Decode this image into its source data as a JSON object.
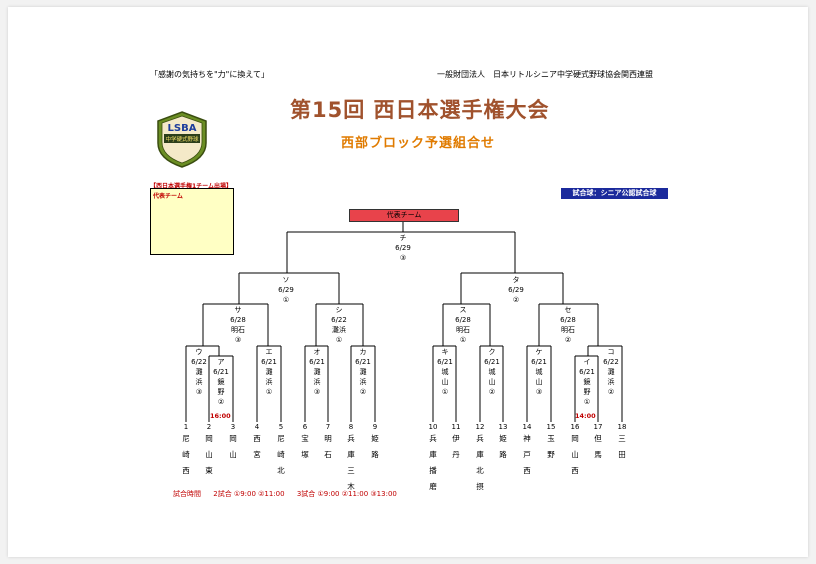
{
  "header": {
    "motto": "「感謝の気持ちを\"力\"に換えて」",
    "organization": "一般財団法人　日本リトルシニア中学硬式野球協会関西連盟"
  },
  "title": "第15回 西日本選手権大会",
  "subtitle": "西部ブロック予選組合せ",
  "logo": {
    "top": "LSBA",
    "bottom": "中学硬式野球"
  },
  "representative": {
    "note": "【西日本選手権1チーム出場】",
    "box_label": "代表チーム"
  },
  "ball": "試合球：シニア公認試合球",
  "final_box": "代表チーム",
  "matches": {
    "final": [
      "チ",
      "6/29",
      "③"
    ],
    "semi_left": [
      "ソ",
      "6/29",
      "①"
    ],
    "semi_right": [
      "タ",
      "6/29",
      "②"
    ],
    "sa": [
      "サ",
      "6/28",
      "明石",
      "③"
    ],
    "shi": [
      "シ",
      "6/22",
      "灘浜",
      "①"
    ],
    "su": [
      "ス",
      "6/28",
      "明石",
      "①"
    ],
    "se": [
      "セ",
      "6/28",
      "明石",
      "②"
    ],
    "u": [
      "ウ",
      "6/22",
      "灘",
      "浜",
      "③"
    ],
    "a": [
      "ア",
      "6/21",
      "鏡",
      "野",
      "②"
    ],
    "e": [
      "エ",
      "6/21",
      "灘",
      "浜",
      "①"
    ],
    "o": [
      "オ",
      "6/21",
      "灘",
      "浜",
      "③"
    ],
    "ka": [
      "カ",
      "6/21",
      "灘",
      "浜",
      "②"
    ],
    "ki": [
      "キ",
      "6/21",
      "城",
      "山",
      "①"
    ],
    "ku": [
      "ク",
      "6/21",
      "城",
      "山",
      "②"
    ],
    "ke": [
      "ケ",
      "6/21",
      "城",
      "山",
      "③"
    ],
    "i": [
      "イ",
      "6/21",
      "鏡",
      "野",
      "①"
    ],
    "ko": [
      "コ",
      "6/22",
      "灘",
      "浜",
      "②"
    ]
  },
  "red_times": {
    "a": "16:00",
    "i": "14:00"
  },
  "teams": [
    {
      "num": "1",
      "name": "尼崎西"
    },
    {
      "num": "2",
      "name": "岡山東"
    },
    {
      "num": "3",
      "name": "岡山"
    },
    {
      "num": "4",
      "name": "西宮"
    },
    {
      "num": "5",
      "name": "尼崎北"
    },
    {
      "num": "6",
      "name": "宝塚"
    },
    {
      "num": "7",
      "name": "明石"
    },
    {
      "num": "8",
      "name": "兵庫三木"
    },
    {
      "num": "9",
      "name": "姫路"
    },
    {
      "num": "10",
      "name": "兵庫播磨"
    },
    {
      "num": "11",
      "name": "伊丹"
    },
    {
      "num": "12",
      "name": "兵庫北摂"
    },
    {
      "num": "13",
      "name": "姫路"
    },
    {
      "num": "14",
      "name": "神戸西"
    },
    {
      "num": "15",
      "name": "玉野"
    },
    {
      "num": "16",
      "name": "岡山西"
    },
    {
      "num": "17",
      "name": "但馬"
    },
    {
      "num": "18",
      "name": "三田"
    }
  ],
  "times": {
    "label": "試合時間",
    "two_games": "2試合 ①9:00 ②11:00",
    "three_games": "3試合 ①9:00 ②11:00 ③13:00"
  }
}
